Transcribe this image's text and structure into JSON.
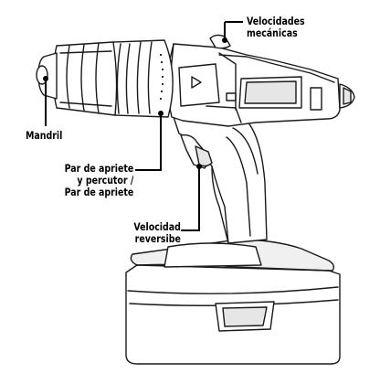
{
  "diagram": {
    "labels": {
      "velocidades": [
        "Velocidades",
        "mecánicas"
      ],
      "mandril": "Mandril",
      "par": [
        "Par de apriete",
        "y percutor /",
        "Par de apriete"
      ],
      "velocidad": [
        "Velocidad",
        "reversibe"
      ]
    },
    "colors": {
      "line": "#1a1a1a",
      "fill": "#ffffff",
      "shade": "#e6e6e6",
      "callout": "#000000"
    }
  }
}
